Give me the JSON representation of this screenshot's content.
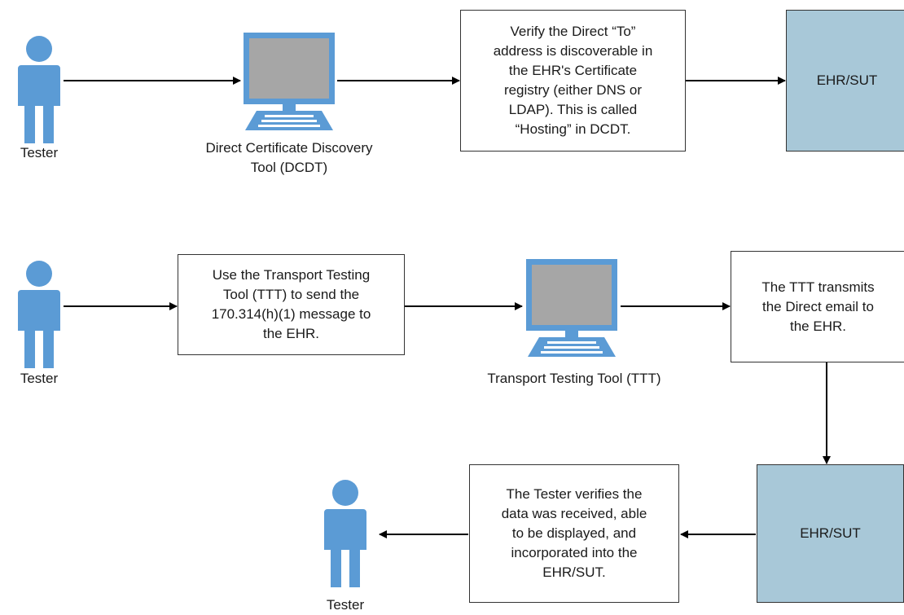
{
  "colors": {
    "person": "#5b9bd5",
    "monitor_frame": "#5b9bd5",
    "monitor_screen": "#a6a6a6",
    "ehr_fill": "#a8c8d8",
    "line": "#000000"
  },
  "icons": {
    "person": "person-icon",
    "computer": "computer-icon"
  },
  "row1": {
    "tester_label": "Tester",
    "tool_label_line1": "Direct Certificate Discovery",
    "tool_label_line2": "Tool (DCDT)",
    "verify_text": [
      "Verify the Direct “To”",
      "address is discoverable in",
      "the EHR's Certificate",
      "registry (either DNS or",
      "LDAP). This is called",
      "“Hosting” in DCDT."
    ],
    "ehr_label": "EHR/SUT"
  },
  "row2": {
    "tester_label": "Tester",
    "use_ttt_text": [
      "Use the Transport Testing",
      "Tool (TTT) to send the",
      "170.314(h)(1) message to",
      "the EHR."
    ],
    "tool_label": "Transport Testing Tool (TTT)",
    "transmit_text": [
      "The TTT transmits",
      "the Direct email to",
      "the EHR."
    ]
  },
  "row3": {
    "ehr_label": "EHR/SUT",
    "verify_text": [
      "The Tester verifies the",
      "data was received, able",
      "to be displayed, and",
      "incorporated into the",
      "EHR/SUT."
    ],
    "tester_label": "Tester"
  }
}
